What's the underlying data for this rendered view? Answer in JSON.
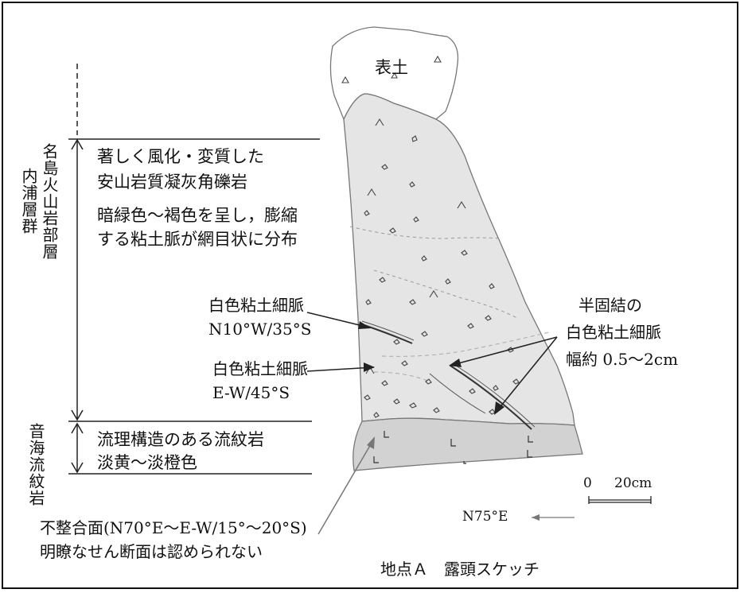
{
  "title": "地点Ａ　露頭スケッチ",
  "group_label": "内浦層群",
  "members": [
    {
      "name": "名島火山岩部層",
      "desc_lines": [
        "著しく風化・変質した",
        "安山岩質凝灰角礫岩",
        "暗緑色～褐色を呈し，膨縮",
        "する粘土脈が網目状に分布"
      ]
    },
    {
      "name": "音海流紋岩",
      "desc_lines": [
        "流理構造のある流紋岩",
        "淡黄～淡橙色"
      ]
    }
  ],
  "topsoil": "表土",
  "vein1": {
    "name": "白色粘土細脈",
    "attitude": "N10°W/35°S"
  },
  "vein2": {
    "name": "白色粘土細脈",
    "attitude": "E-W/45°S"
  },
  "vein3": {
    "lines": [
      "半固結の",
      "白色粘土細脈",
      "幅約 0.5～2cm"
    ]
  },
  "unconformity": {
    "lines": [
      "不整合面(N70°E～E-W/15°～20°S)",
      "明瞭なせん断面は認められない"
    ]
  },
  "scale": {
    "zero": "0",
    "length": "20cm"
  },
  "direction": "N75°E"
}
